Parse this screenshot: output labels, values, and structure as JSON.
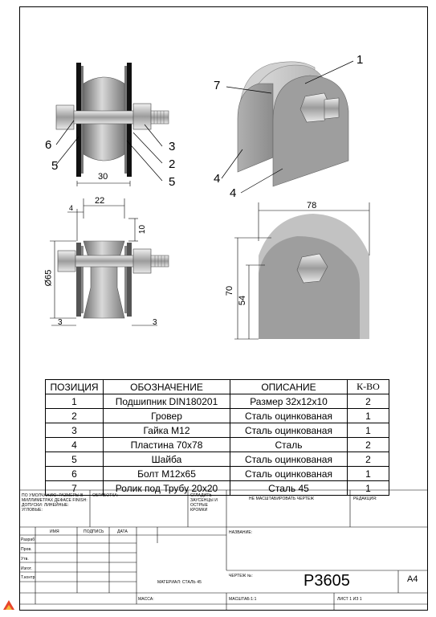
{
  "callouts": {
    "c1": "1",
    "c2": "2",
    "c3": "3",
    "c4a": "4",
    "c4b": "4",
    "c5a": "5",
    "c5b": "5",
    "c6": "6",
    "c7": "7"
  },
  "dimensions": {
    "d30": "30",
    "d22": "22",
    "d4": "4",
    "d10": "10",
    "d65": "Ø65",
    "d3a": "3",
    "d3b": "3",
    "d78": "78",
    "d70": "70",
    "d54": "54"
  },
  "parts_table": {
    "headers": [
      "ПОЗИЦИЯ",
      "ОБОЗНАЧЕНИЕ",
      "ОПИСАНИЕ",
      "К-ВО"
    ],
    "rows": [
      [
        "1",
        "Подшипник DIN180201",
        "Размер 32x12x10",
        "2"
      ],
      [
        "2",
        "Гровер",
        "Сталь оцинкованая",
        "1"
      ],
      [
        "3",
        "Гайка М12",
        "Сталь оцинкованая",
        "1"
      ],
      [
        "4",
        "Пластина 70x78",
        "Сталь",
        "2"
      ],
      [
        "5",
        "Шайба",
        "Сталь оцинкованая",
        "2"
      ],
      [
        "6",
        "Болт М12x65",
        "Сталь оцинкованая",
        "1"
      ],
      [
        "7",
        "Ролик под Трубу 20x20",
        "Сталь 45",
        "1"
      ]
    ]
  },
  "title_block": {
    "defaults": "ПО УМОЛЧАНИЮ: РАЗМЕРЫ В МИЛЛИМЕТРАХ ДЕФАСЕ FINISH: ДОПУСКИ: ЛИНЕЙНЫЕ: УГЛОВЫЕ:",
    "processing": "ОБРАБОТКА:",
    "deburr": "СГЛАДИТЬ ЗАУСЕНЦЫ И ОСТРЫЕ КРОМКИ",
    "no_scale": "НЕ МАСШТАБИРОВАТЬ ЧЕРТЕЖ",
    "revision": "РЕДАКЦИЯ:",
    "col_name": "ИМЯ",
    "col_sign": "ПОДПИСЬ",
    "col_date": "ДАТА",
    "role_dev": "Разраб",
    "role_check": "Пров.",
    "role_appr": "Утв.",
    "role_mfg": "Изгот.",
    "role_qc": "Т.контр",
    "name_label": "НАЗВАНИЕ:",
    "material": "МАТЕРИАЛ: СТАЛЬ 45",
    "drawing_no_label": "ЧЕРТЕЖ №:",
    "drawing_no": "P3605",
    "sheet_size": "A4",
    "weight": "МАССА:",
    "scale": "МАСШТАБ:1:1",
    "sheet": "ЛИСТ 1 ИЗ 1"
  },
  "colors": {
    "metal_light": "#d8d8d8",
    "metal_dark": "#7a7a7a",
    "steel": "#9a9a9a",
    "badge": "#e8452c"
  }
}
